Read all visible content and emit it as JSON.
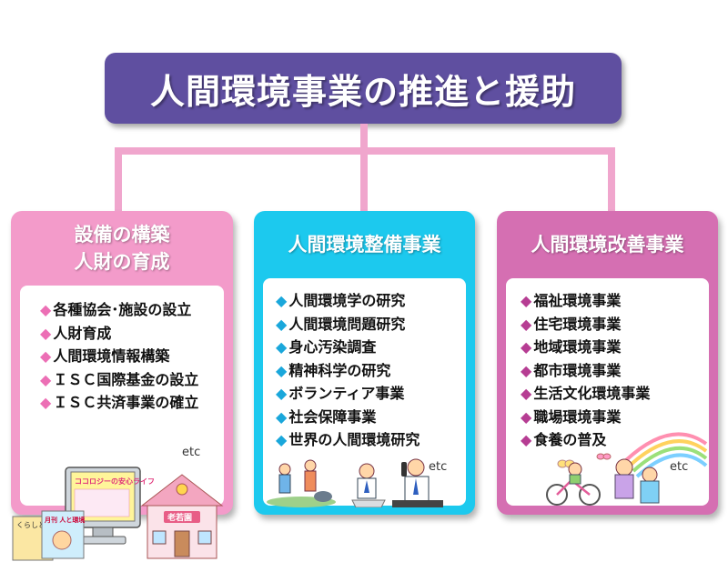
{
  "title": "人間環境事業の推進と援助",
  "colors": {
    "title_bg": "#5f4fa0",
    "connector": "#f0a6cd",
    "left_panel": "#f39bca",
    "middle_panel": "#1cc9ee",
    "right_panel": "#d56fb2"
  },
  "left": {
    "header_line1": "設備の構築",
    "header_line2": "人財の育成",
    "items": [
      "各種協会･施設の設立",
      "人財育成",
      "人間環境情報構築",
      "ＩＳＣ国際基金の設立",
      "ＩＳＣ共済事業の確立"
    ],
    "etc": "etc",
    "illustration": {
      "sign": "老若園",
      "screen_title": "ココロジーの安心ライフ",
      "book1": "くらしと",
      "book2": "月刊 人と環境"
    }
  },
  "middle": {
    "header": "人間環境整備事業",
    "items": [
      "人間環境学の研究",
      "人間環境問題研究",
      "身心汚染調査",
      "精神科学の研究",
      "ボランティア事業",
      "社会保障事業",
      "世界の人間環境研究"
    ],
    "etc": "etc"
  },
  "right": {
    "header": "人間環境改善事業",
    "items": [
      "福祉環境事業",
      "住宅環境事業",
      "地域環境事業",
      "都市環境事業",
      "生活文化環境事業",
      "職場環境事業",
      "食養の普及"
    ],
    "etc": "etc"
  },
  "bullet": "◆"
}
